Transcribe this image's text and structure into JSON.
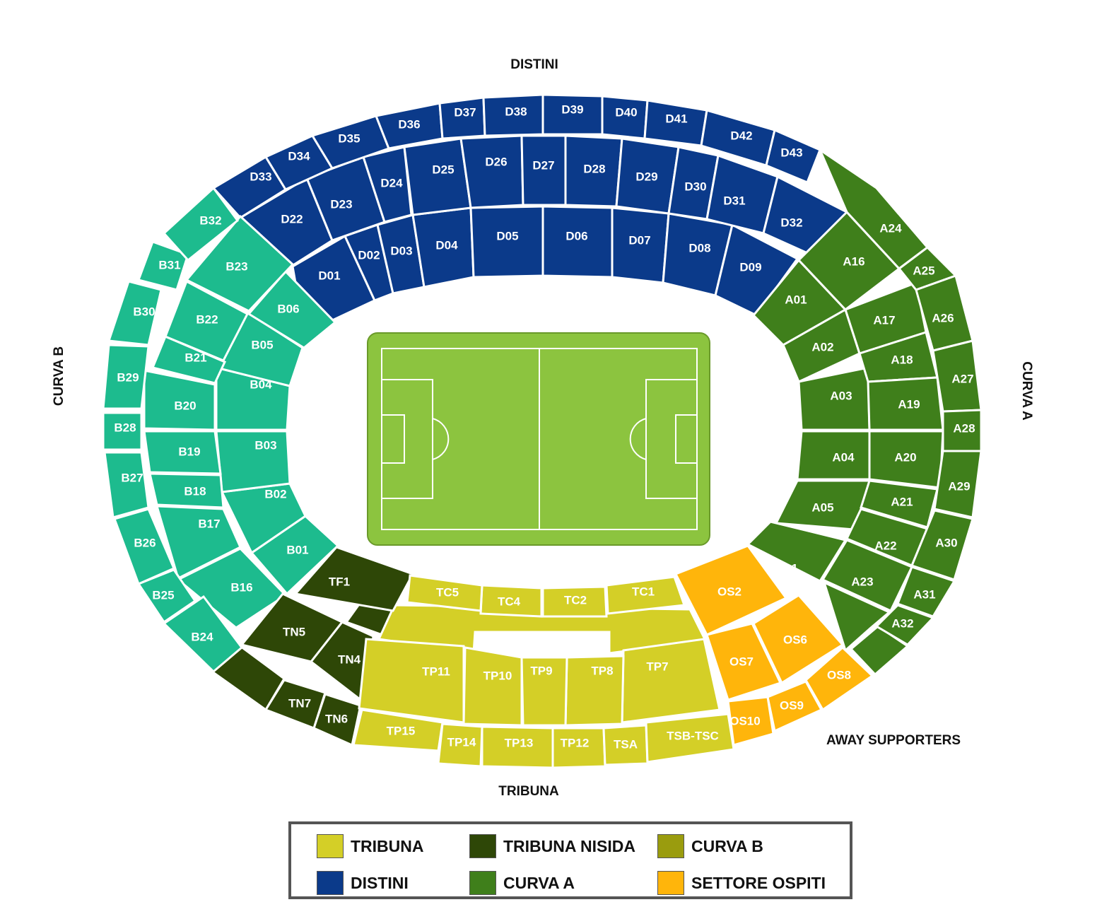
{
  "headings": {
    "top": "DISTINI",
    "bottom": "TRIBUNA",
    "left": "CURVA B",
    "right": "CURVA A",
    "away": "AWAY SUPPORTERS"
  },
  "colors": {
    "distini": "#0b3a8a",
    "curva_b_map": "#1dbb8e",
    "curva_a": "#3f7f1b",
    "tribuna": "#d4cf27",
    "tribuna_nisida": "#2e4707",
    "settore_ospiti": "#ffb50b",
    "pitch": "#8cc43f",
    "curva_b_legend": "#9a9c0e"
  },
  "sections": {
    "distini": [
      "D01",
      "D02",
      "D03",
      "D04",
      "D05",
      "D06",
      "D07",
      "D08",
      "D09",
      "D22",
      "D23",
      "D24",
      "D25",
      "D26",
      "D27",
      "D28",
      "D29",
      "D30",
      "D31",
      "D32",
      "D33",
      "D34",
      "D35",
      "D36",
      "D37",
      "D38",
      "D39",
      "D40",
      "D41",
      "D42",
      "D43"
    ],
    "curva_b": [
      "B01",
      "B02",
      "B03",
      "B04",
      "B05",
      "B06",
      "B16",
      "B17",
      "B18",
      "B19",
      "B20",
      "B21",
      "B22",
      "B23",
      "B24",
      "B25",
      "B26",
      "B27",
      "B28",
      "B29",
      "B30",
      "B31",
      "B32"
    ],
    "curva_a": [
      "A01",
      "A02",
      "A03",
      "A04",
      "A05",
      "A16",
      "A17",
      "A18",
      "A19",
      "A20",
      "A21",
      "A22",
      "A23",
      "A24",
      "A25",
      "A26",
      "A27",
      "A28",
      "A29",
      "A30",
      "A31",
      "A32",
      "OS1"
    ],
    "tribuna_nisida": [
      "TF1",
      "TN4",
      "TN5",
      "TN6",
      "TN7"
    ],
    "tribuna": [
      "TC1",
      "TC2",
      "TC4",
      "TC5",
      "TP7",
      "TP8",
      "TP9",
      "TP10",
      "TP11",
      "TP12",
      "TP13",
      "TP14",
      "TP15",
      "TSA",
      "TSB-TSC"
    ],
    "settore_ospiti": [
      "OS2",
      "OS6",
      "OS7",
      "OS8",
      "OS9",
      "OS10"
    ]
  },
  "legend": [
    {
      "label": "TRIBUNA",
      "color": "#d4cf27"
    },
    {
      "label": "TRIBUNA NISIDA",
      "color": "#2e4707"
    },
    {
      "label": "CURVA B",
      "color": "#9a9c0e"
    },
    {
      "label": "DISTINI",
      "color": "#0b3a8a"
    },
    {
      "label": "CURVA A",
      "color": "#3f7f1b"
    },
    {
      "label": "SETTORE OSPITI",
      "color": "#ffb50b"
    }
  ]
}
